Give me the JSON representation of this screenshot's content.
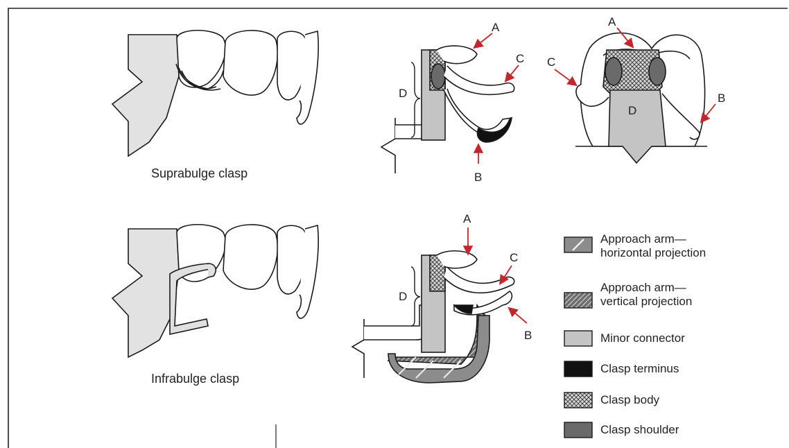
{
  "captions": {
    "suprabulge": "Suprabulge clasp",
    "infrabulge": "Infrabulge clasp"
  },
  "letters": {
    "a": "A",
    "b": "B",
    "c": "C",
    "d": "D"
  },
  "legend": [
    {
      "id": "approach-horizontal",
      "line1": "Approach arm—",
      "line2": "horizontal projection",
      "pattern": "single-diagonal-stripe",
      "color": "#8c8c8c"
    },
    {
      "id": "approach-vertical",
      "line1": "Approach arm—",
      "line2": "vertical projection",
      "pattern": "diagonal-hatch",
      "color": "#6e6e6e"
    },
    {
      "id": "minor-connector",
      "line1": "Minor connector",
      "line2": "",
      "pattern": "solid",
      "color": "#c4c4c4"
    },
    {
      "id": "clasp-terminus",
      "line1": "Clasp terminus",
      "line2": "",
      "pattern": "solid",
      "color": "#111111"
    },
    {
      "id": "clasp-body",
      "line1": "Clasp body",
      "line2": "",
      "pattern": "crosshatch",
      "color": "#9a9a9a"
    },
    {
      "id": "clasp-shoulder",
      "line1": "Clasp shoulder",
      "line2": "",
      "pattern": "solid",
      "color": "#6a6a6a"
    }
  ],
  "colors": {
    "arrow": "#c0282d",
    "outline": "#1a1a1a",
    "gingiva": "#e2e2e2"
  }
}
